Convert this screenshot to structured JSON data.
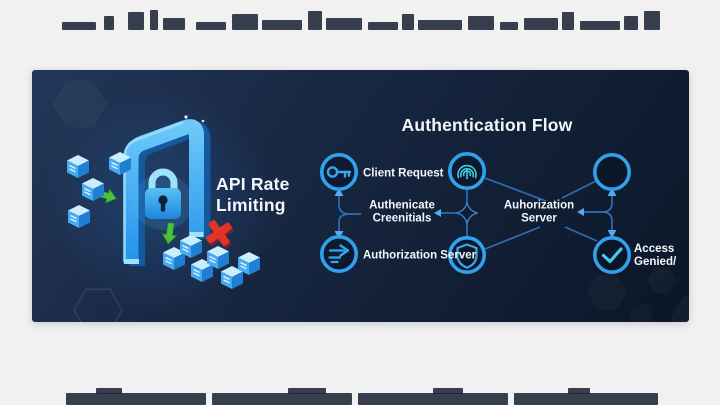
{
  "page": {
    "background": "#f1f1f2",
    "card_background_top": "#243759",
    "card_background_bottom": "#0b1627"
  },
  "colors": {
    "ring_blue": "#31a1ec",
    "connector_blue": "#2d6db2",
    "arrowhead_blue": "#55aaf0",
    "fingerprint_teal": "#3ecdda",
    "check_cyan": "#43cbe9",
    "arrow_green": "#4cc03f",
    "x_red": "#e33226",
    "cube_top": "#c9eefd",
    "cube_left": "#46abf0",
    "cube_right": "#1e7fd3",
    "text_white": "#f3f7fb"
  },
  "icons": {
    "left_panel": [
      "gate-arch",
      "padlock-icon",
      "green-arrow-icon",
      "red-x-icon",
      "data-cube-icon",
      "hexagon-decoration",
      "sparkle-dots"
    ],
    "node_top_left": "key-icon",
    "node_top_center": "fingerprint-icon",
    "node_top_right": "empty-circle",
    "node_bottom_left": "send-arrow-icon",
    "node_bottom_center": "shield-icon",
    "node_bottom_right": "checkmark-icon"
  },
  "texts": {
    "api_title_1": "API Rate",
    "api_title_2": "Limiting",
    "flow_title": "Authentication Flow",
    "client_request": "Client Request",
    "auth_server_left": "Authorization Server",
    "authenticate_1": "Authenicate",
    "authenticate_2": "Creenitials",
    "auth_server_center_1": "Auhorization",
    "auth_server_center_2": "Server",
    "access_1": "Access",
    "access_2": "Genied/"
  }
}
